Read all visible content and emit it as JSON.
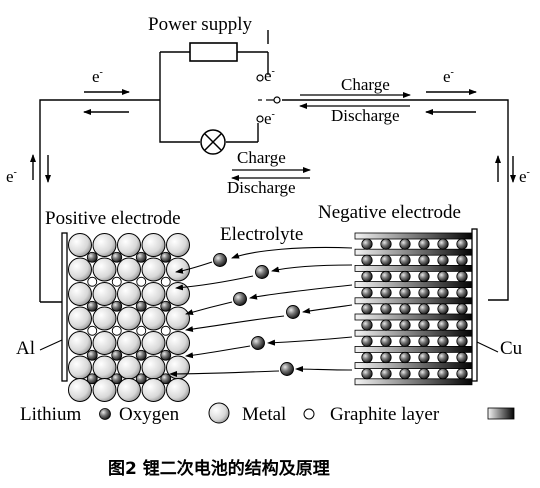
{
  "labels": {
    "power_supply": "Power supply",
    "charge_top": "Charge",
    "discharge_top": "Discharge",
    "charge_mid": "Charge",
    "discharge_mid": "Discharge",
    "electron": "e",
    "electron_sup": "-",
    "positive_electrode": "Positive electrode",
    "negative_electrode": "Negative electrode",
    "electrolyte": "Electrolyte",
    "al": "Al",
    "cu": "Cu"
  },
  "legend": {
    "lithium": "Lithium",
    "oxygen": "Oxygen",
    "metal": "Metal",
    "graphite": "Graphite layer"
  },
  "caption": "图2   锂二次电池的结构及原理"
}
